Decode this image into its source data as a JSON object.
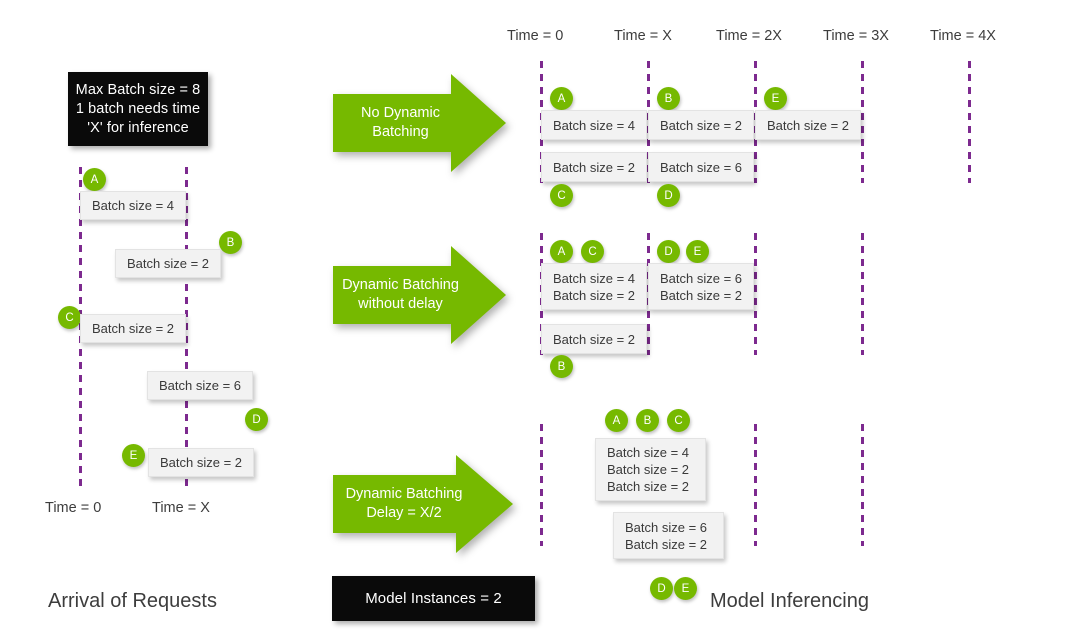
{
  "meta": {
    "colors": {
      "green": "#76b900",
      "purple": "#7d2a8f",
      "box_fill": "#f2f2f2",
      "black": "#0a0a0a",
      "text": "#3d3d3d"
    }
  },
  "config_note": {
    "line1": "Max Batch size = 8",
    "line2": "1 batch needs time",
    "line3": "'X' for inference"
  },
  "model_instances_note": "Model Instances = 2",
  "headings": {
    "left": "Arrival of Requests",
    "right": "Model Inferencing"
  },
  "arrows": [
    {
      "name": "no-dynamic-batching",
      "line1": "No Dynamic",
      "line2": "Batching"
    },
    {
      "name": "dynamic-batching-without-delay",
      "line1": "Dynamic Batching",
      "line2": "without delay"
    },
    {
      "name": "dynamic-batching-delay",
      "line1": "Dynamic Batching",
      "line2": "Delay = X/2"
    }
  ],
  "left_panel": {
    "time_labels": [
      "Time = 0",
      "Time = X"
    ],
    "requests": [
      {
        "id": "A",
        "label": "Batch size = 4"
      },
      {
        "id": "B",
        "label": "Batch size = 2"
      },
      {
        "id": "C",
        "label": "Batch size = 2"
      },
      {
        "id": "D",
        "label": "Batch size = 6"
      },
      {
        "id": "E",
        "label": "Batch size = 2"
      }
    ]
  },
  "right_panel": {
    "time_labels": [
      "Time = 0",
      "Time = X",
      "Time = 2X",
      "Time = 3X",
      "Time = 4X"
    ],
    "sections": [
      {
        "name": "no-dynamic-batching",
        "instances": [
          {
            "slots": [
              {
                "badges": [
                  "A"
                ],
                "lines": [
                  "Batch size = 4"
                ]
              },
              {
                "badges": [
                  "B"
                ],
                "lines": [
                  "Batch size = 2"
                ]
              },
              {
                "badges": [
                  "E"
                ],
                "lines": [
                  "Batch size = 2"
                ]
              }
            ]
          },
          {
            "slots": [
              {
                "badges": [
                  "C"
                ],
                "lines": [
                  "Batch size = 2"
                ]
              },
              {
                "badges": [
                  "D"
                ],
                "lines": [
                  "Batch size = 6"
                ]
              }
            ]
          }
        ]
      },
      {
        "name": "dynamic-batching-without-delay",
        "instances": [
          {
            "slots": [
              {
                "badges": [
                  "A",
                  "C"
                ],
                "lines": [
                  "Batch size = 4",
                  "Batch size = 2"
                ]
              },
              {
                "badges": [
                  "D",
                  "E"
                ],
                "lines": [
                  "Batch size = 6",
                  "Batch size = 2"
                ]
              }
            ]
          },
          {
            "slots": [
              {
                "badges": [
                  "B"
                ],
                "lines": [
                  "Batch size = 2"
                ]
              }
            ]
          }
        ]
      },
      {
        "name": "dynamic-batching-delay",
        "instances": [
          {
            "slots": [
              {
                "badges": [
                  "A",
                  "B",
                  "C"
                ],
                "lines": [
                  "Batch size = 4",
                  "Batch size = 2",
                  "Batch size = 2"
                ]
              }
            ]
          },
          {
            "slots": [
              {
                "badges": [
                  "D",
                  "E"
                ],
                "lines": [
                  "Batch size = 6",
                  "Batch size = 2"
                ]
              }
            ]
          }
        ]
      }
    ]
  }
}
